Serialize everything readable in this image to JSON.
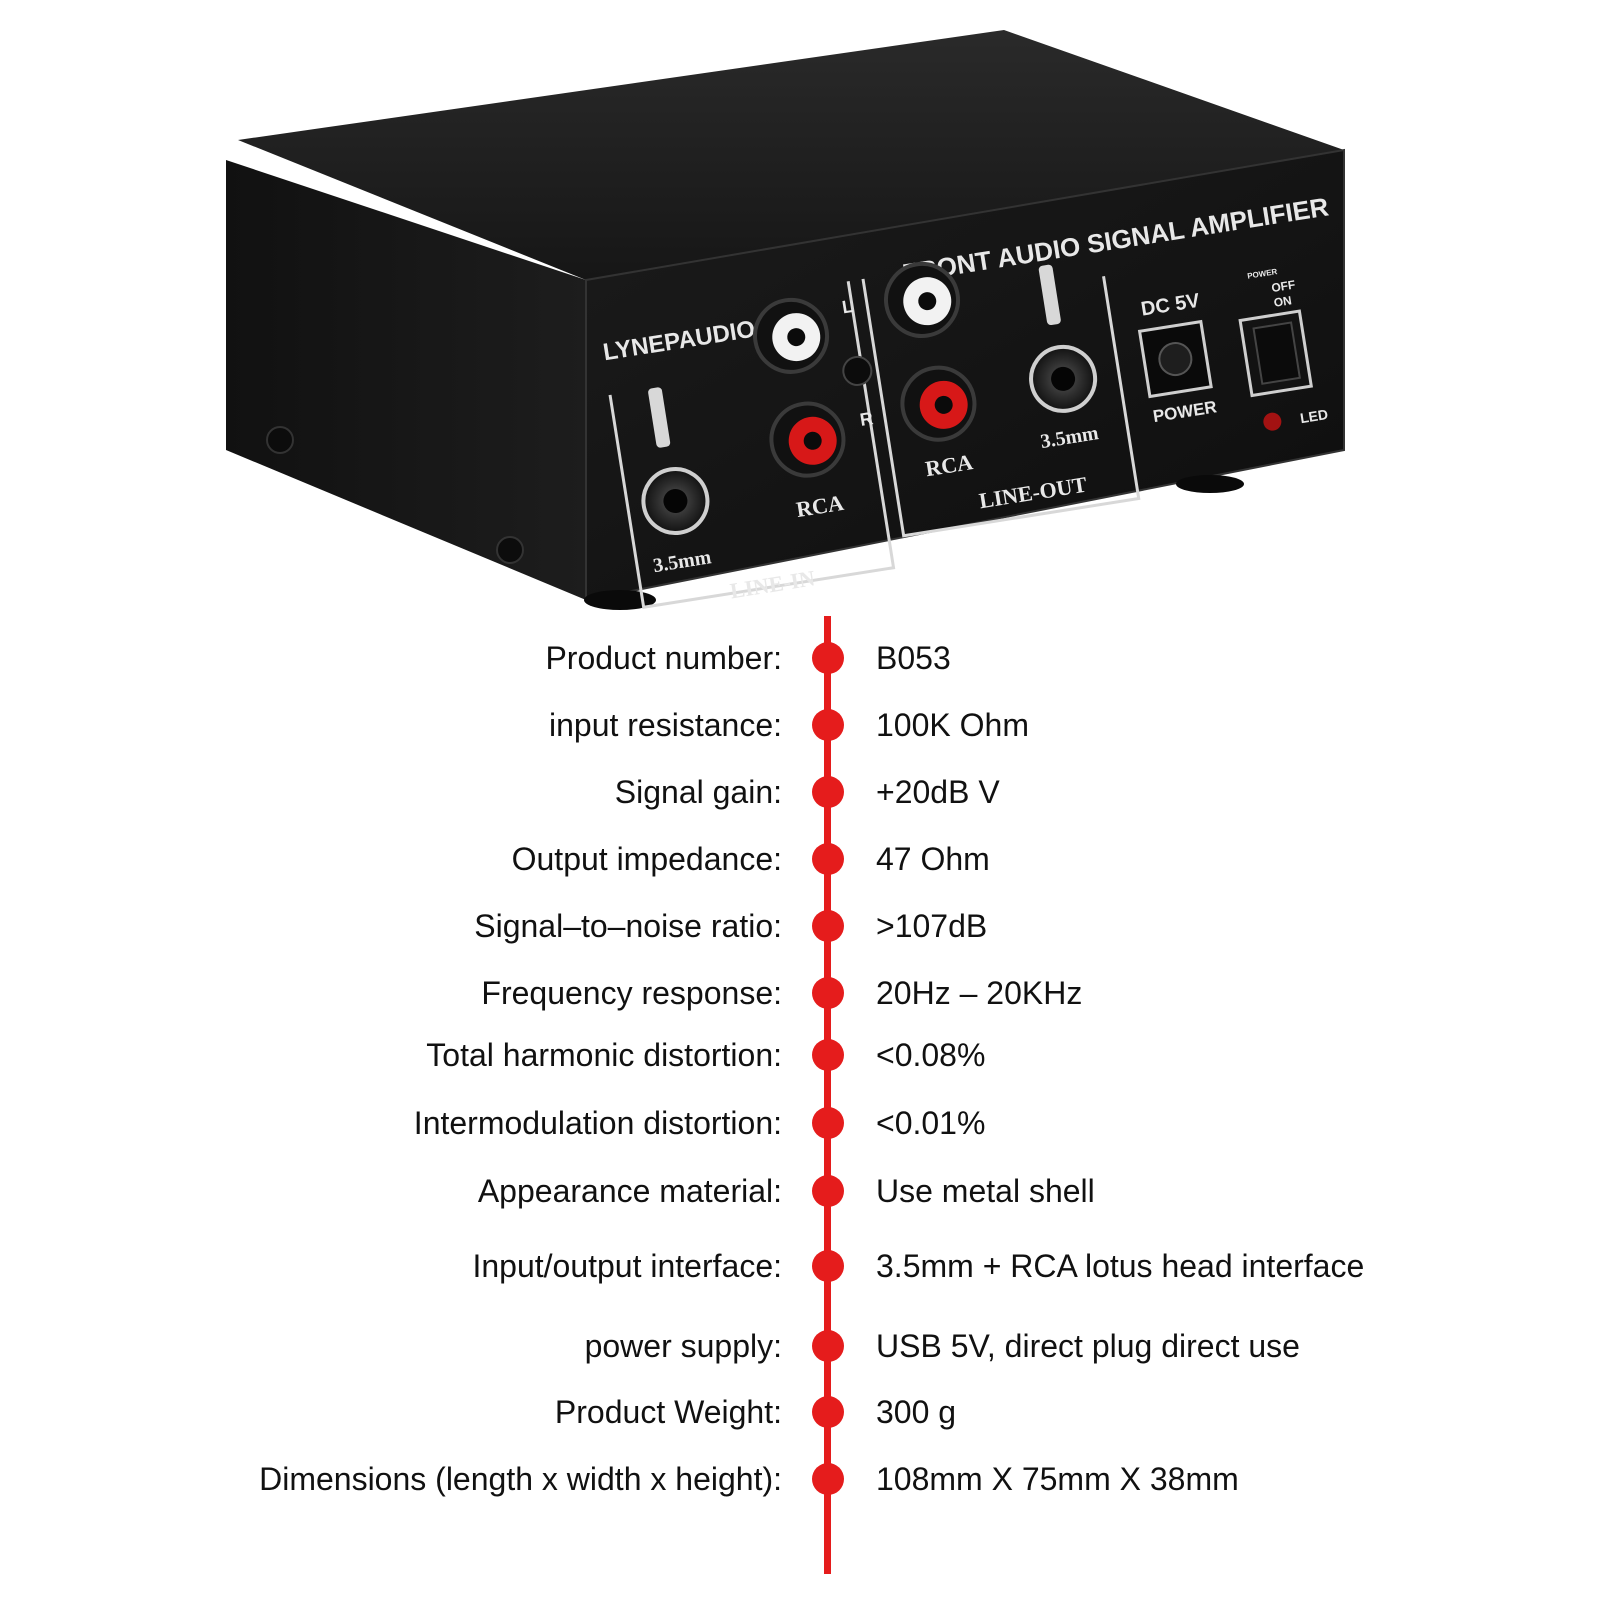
{
  "device": {
    "brand": "LYNEPAUDIO",
    "model_title": "FRONT AUDIO SIGNAL AMPLIFIER",
    "labels": {
      "line_in": "LINE-IN",
      "line_out": "LINE-OUT",
      "rca": "RCA",
      "jack_size": "3.5mm",
      "left": "L",
      "right": "R",
      "dc": "DC 5V",
      "power": "POWER",
      "switch_icon_label": "POWER",
      "off": "OFF",
      "on": "ON",
      "led": "LED"
    }
  },
  "specs": [
    {
      "label": "Product number:",
      "value": "B053"
    },
    {
      "label": "input resistance:",
      "value": "100K Ohm"
    },
    {
      "label": "Signal gain:",
      "value": "+20dB V"
    },
    {
      "label": "Output impedance:",
      "value": "47 Ohm"
    },
    {
      "label": "Signal–to–noise ratio:",
      "value": ">107dB"
    },
    {
      "label": "Frequency response:",
      "value": "20Hz – 20KHz"
    },
    {
      "label": "Total harmonic distortion:",
      "value": "<0.08%"
    },
    {
      "label": "Intermodulation distortion:",
      "value": "<0.01%"
    },
    {
      "label": "Appearance material:",
      "value": "Use metal shell"
    },
    {
      "label": "Input/output interface:",
      "value": "3.5mm + RCA lotus head interface"
    },
    {
      "label": "power supply:",
      "value": "USB 5V, direct plug direct use"
    },
    {
      "label": "Product Weight:",
      "value": "300 g"
    },
    {
      "label": "Dimensions (length x width x height):",
      "value": "108mm X 75mm X 38mm"
    }
  ],
  "colors": {
    "accent_red": "#e51c1c",
    "chassis": "#1c1c1c",
    "panel_text": "#e8e8e8"
  }
}
